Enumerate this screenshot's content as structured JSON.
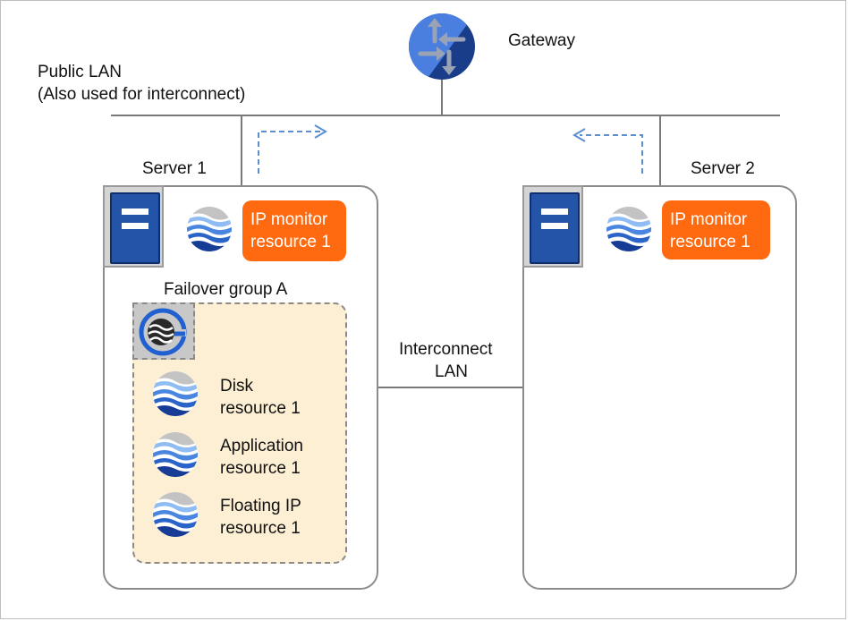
{
  "gateway": {
    "label": "Gateway",
    "icon": "router-icon"
  },
  "public_lan": {
    "line1": "Public LAN",
    "line2": "(Also used for interconnect)"
  },
  "interconnect": {
    "line1": "Interconnect",
    "line2": "LAN"
  },
  "server1": {
    "label": "Server 1",
    "monitor": {
      "line1": "IP monitor",
      "line2": "resource 1"
    }
  },
  "server2": {
    "label": "Server 2",
    "monitor": {
      "line1": "IP monitor",
      "line2": "resource 1"
    }
  },
  "failover_group": {
    "label": "Failover group A",
    "resources": [
      {
        "line1": "Disk",
        "line2": "resource 1"
      },
      {
        "line1": "Application",
        "line2": "resource 1"
      },
      {
        "line1": "Floating IP",
        "line2": "resource 1"
      }
    ]
  },
  "colors": {
    "monitor_tag": "#ff6a10",
    "group_fill": "#fdefd3",
    "server_blue": "#2454a8",
    "heartbeat_arrow": "#5b8fd0",
    "network_line": "#7a7a7a"
  }
}
